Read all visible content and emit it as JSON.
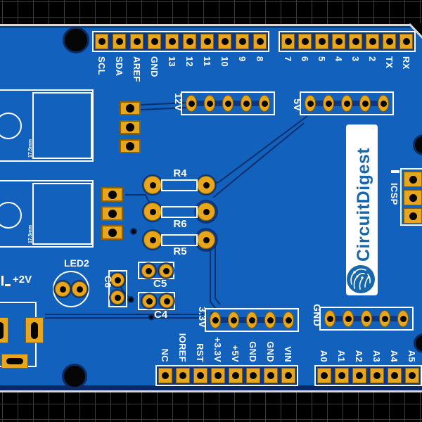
{
  "board_name": "arduino-shield-pcb",
  "silkscreen": {
    "top_headers": [
      {
        "pins": [
          "SCL",
          "SDA",
          "AREF",
          "GND",
          "13",
          "12",
          "11",
          "10",
          "9",
          "8"
        ]
      },
      {
        "pins": [
          "7",
          "6",
          "5",
          "4",
          "3",
          "2",
          "TX",
          "RX"
        ]
      }
    ],
    "bottom_headers": [
      {
        "pins": [
          "NC",
          "IOREF",
          "RST",
          "+3.3V",
          "+5V",
          "GND",
          "GND",
          "VIN"
        ]
      },
      {
        "pins": [
          "A0",
          "A1",
          "A2",
          "A3",
          "A4",
          "A5"
        ]
      }
    ],
    "connectors": [
      {
        "label": "12V"
      },
      {
        "label": "5V"
      },
      {
        "label": "3.3V"
      },
      {
        "label": "GND"
      }
    ],
    "resistors": [
      "R4",
      "R6",
      "R5"
    ],
    "capacitors": [
      "C5",
      "C4",
      "C6"
    ],
    "led_label": "LED2",
    "icsp_label": "ICSP",
    "power_label": "+2V",
    "package_marking": "17.5mm"
  },
  "logo": {
    "text": "CircuitDigest"
  },
  "colors": {
    "board": "#1161bd",
    "trace": "#0a2f6e",
    "pad": "#e7a61b",
    "pad_border": "#8a6200",
    "silkscreen": "#ffffff",
    "logo_blue": "#1767ac",
    "background": "#000000",
    "grid_line": "#3c3c35",
    "board_edge": "#d9d9d9"
  }
}
